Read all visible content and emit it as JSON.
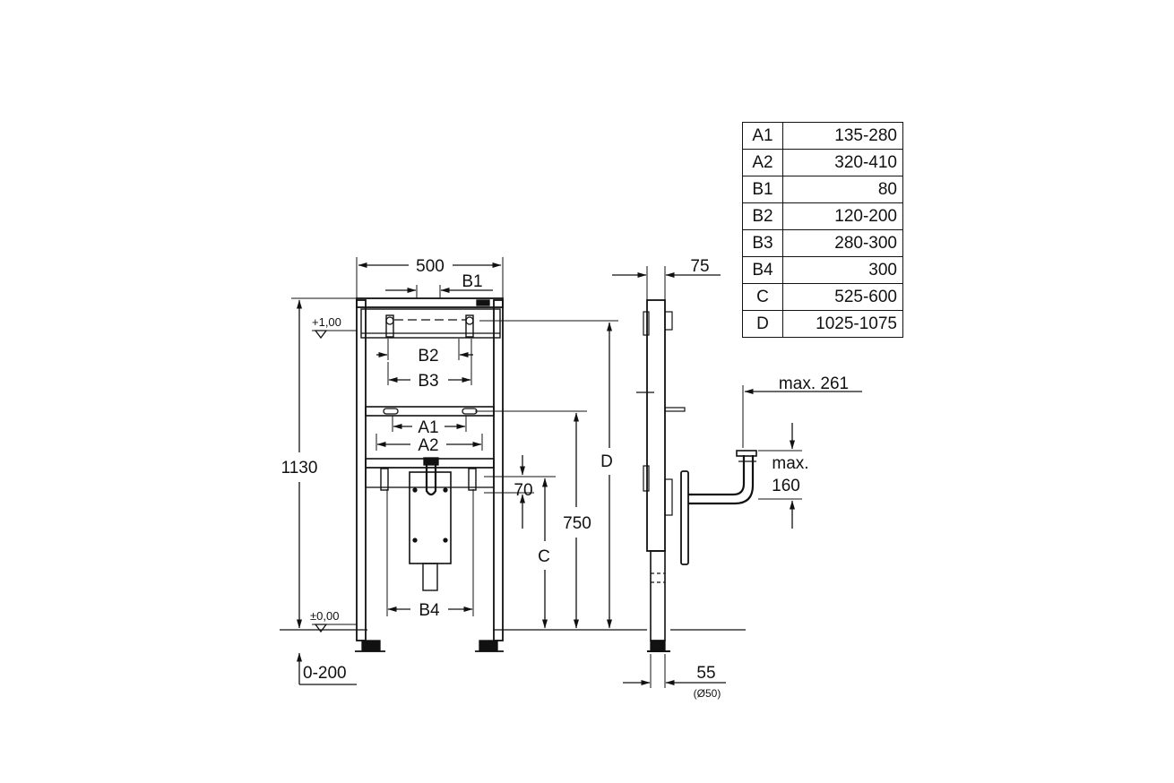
{
  "dimensions": {
    "width_500": "500",
    "b1": "B1",
    "b2": "B2",
    "b3": "B3",
    "b4": "B4",
    "a1": "A1",
    "a2": "A2",
    "c": "C",
    "d": "D",
    "h_1130": "1130",
    "h_750": "750",
    "h_70": "70",
    "level_top": "+1,00",
    "level_zero": "±0,00",
    "floor_adjust": "0-200",
    "depth_75": "75",
    "depth_55": "55",
    "pipe_dia": "(Ø50)",
    "max_261": "max. 261",
    "max_label": "max.",
    "max_160": "160"
  },
  "table": {
    "rows": [
      {
        "key": "A1",
        "value": "135-280"
      },
      {
        "key": "A2",
        "value": "320-410"
      },
      {
        "key": "B1",
        "value": "80"
      },
      {
        "key": "B2",
        "value": "120-200"
      },
      {
        "key": "B3",
        "value": "280-300"
      },
      {
        "key": "B4",
        "value": "300"
      },
      {
        "key": "C",
        "value": "525-600"
      },
      {
        "key": "D",
        "value": "1025-1075"
      }
    ]
  }
}
